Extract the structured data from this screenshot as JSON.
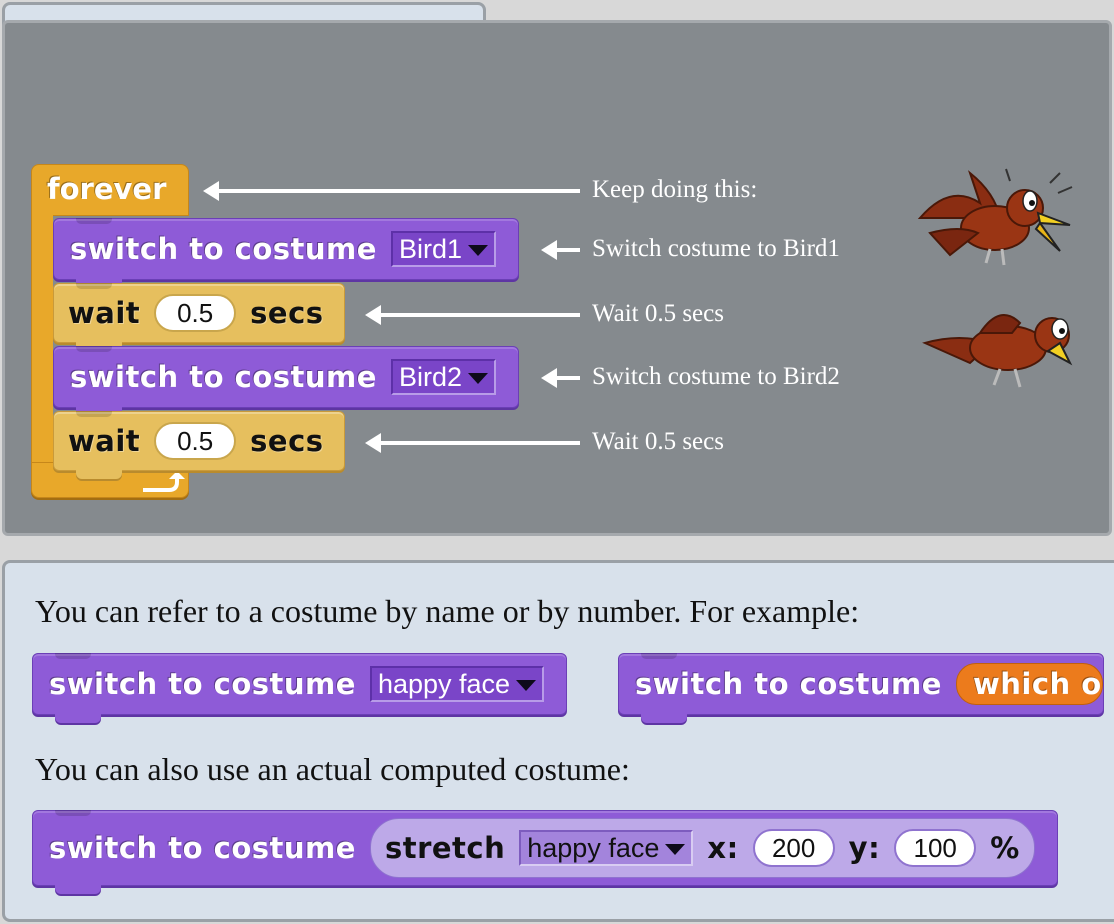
{
  "block_text": {
    "switch_to_costume": "switch to costume",
    "forever": "forever",
    "wait": "wait",
    "secs": "secs",
    "stretch": "stretch",
    "x_label": "x:",
    "y_label": "y:",
    "percent": "%"
  },
  "top_block": {
    "dropdown_value": ""
  },
  "script": {
    "costume_1": "Bird1",
    "wait_1": "0.5",
    "costume_2": "Bird2",
    "wait_2": "0.5"
  },
  "annotations": [
    "Keep doing this:",
    "Switch costume to Bird1",
    "Wait 0.5 secs",
    "Switch costume to Bird2",
    "Wait 0.5 secs"
  ],
  "bottom": {
    "line_1": "You can refer to a costume by name or by number. For example:",
    "example_costume": "happy face",
    "reporter_text": "which o",
    "line_2": "You can also use an actual computed costume:",
    "stretch_costume": "happy face",
    "x_value": "200",
    "y_value": "100"
  },
  "colors": {
    "looks_block": "#8e5bd7",
    "control_block": "#e6bf5e",
    "forever_block": "#e8a82a",
    "operator_reporter": "#ec7b1c",
    "script_area": "#858a8e",
    "panel_bg": "#d8e1eb"
  },
  "icons": [
    "dropdown-arrow-icon",
    "loop-arrow-icon",
    "bird-costume-image"
  ]
}
